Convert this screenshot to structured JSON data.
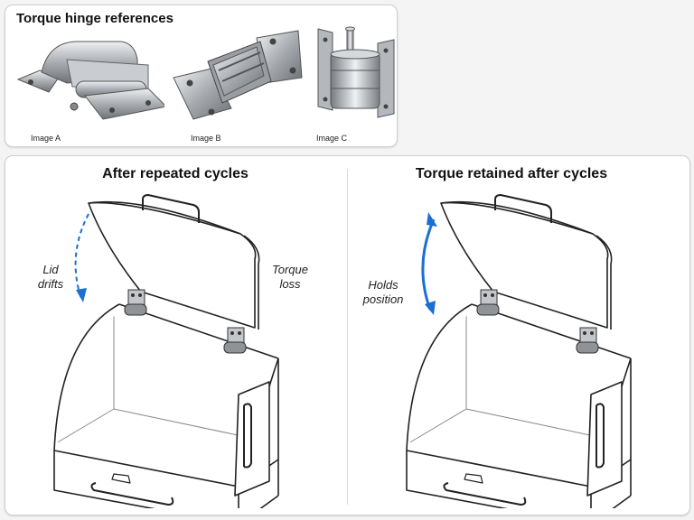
{
  "references": {
    "title": "Torque hinge references",
    "images": [
      {
        "label": "Image A"
      },
      {
        "label": "Image B"
      },
      {
        "label": "Image C"
      }
    ]
  },
  "left_diagram": {
    "title": "After repeated cycles",
    "annotation_left": [
      "Lid",
      "drifts"
    ],
    "annotation_right": [
      "Torque",
      "loss"
    ]
  },
  "right_diagram": {
    "title": "Torque retained after cycles",
    "annotation_left": [
      "Holds",
      "position"
    ]
  },
  "colors": {
    "arrow_blue": "#1a6fd0",
    "metal": "#b9bcc0",
    "outline": "#222222"
  }
}
